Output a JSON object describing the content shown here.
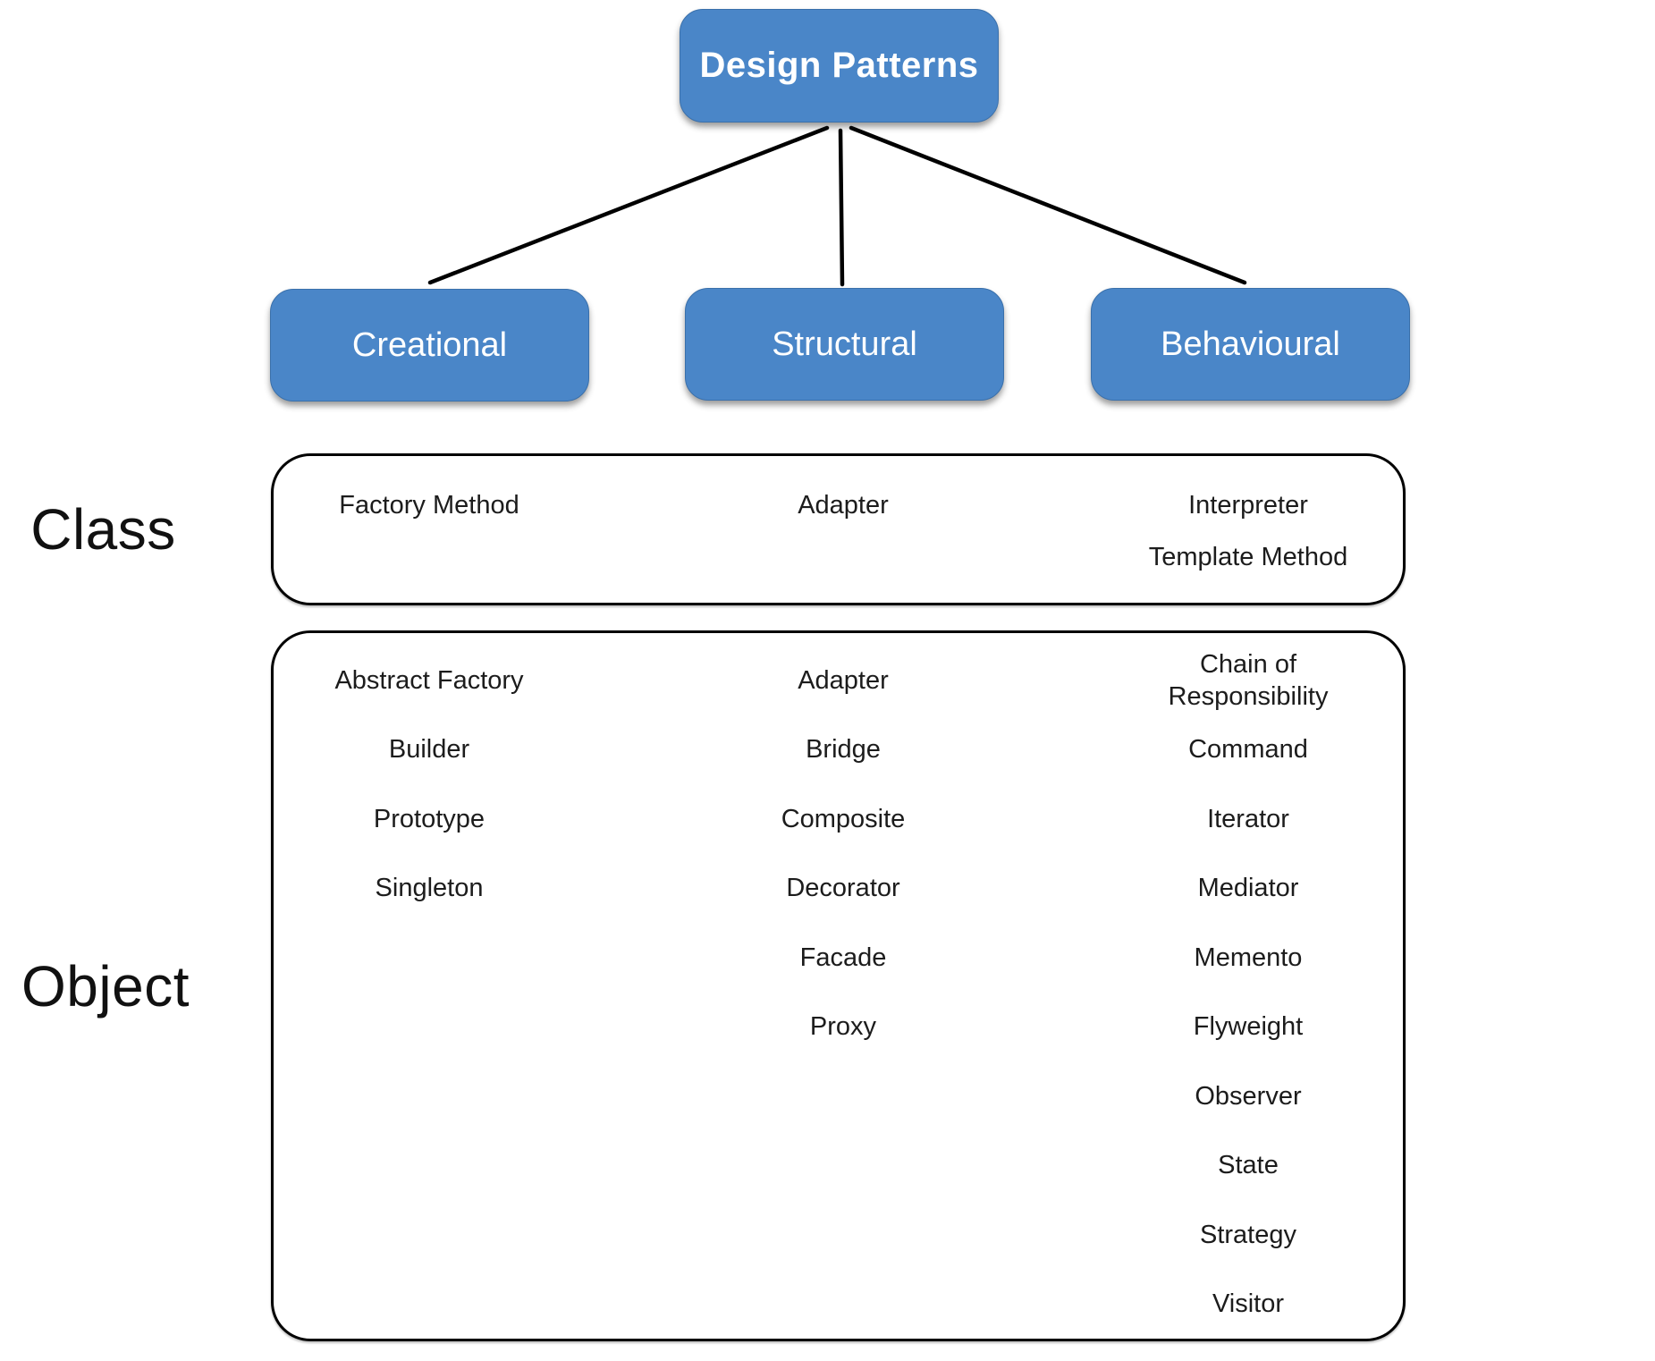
{
  "title": {
    "label": "Design Patterns"
  },
  "categories": [
    {
      "label": "Creational"
    },
    {
      "label": "Structural"
    },
    {
      "label": "Behavioural"
    }
  ],
  "row_labels": {
    "class": "Class",
    "object": "Object"
  },
  "class_row": {
    "creational": [
      "Factory Method"
    ],
    "structural": [
      "Adapter"
    ],
    "behavioural": [
      "Interpreter",
      "Template Method"
    ]
  },
  "object_row": {
    "creational": [
      "Abstract Factory",
      "Builder",
      "Prototype",
      "Singleton"
    ],
    "structural": [
      "Adapter",
      "Bridge",
      "Composite",
      "Decorator",
      "Facade",
      "Proxy"
    ],
    "behavioural": [
      "Chain of Responsibility",
      "Command",
      "Iterator",
      "Mediator",
      "Memento",
      "Flyweight",
      "Observer",
      "State",
      "Strategy",
      "Visitor"
    ]
  },
  "colors": {
    "node_fill": "#4a86c8",
    "node_border": "#3a70ab",
    "edge": "#000000",
    "text": "#1c1c1c"
  }
}
